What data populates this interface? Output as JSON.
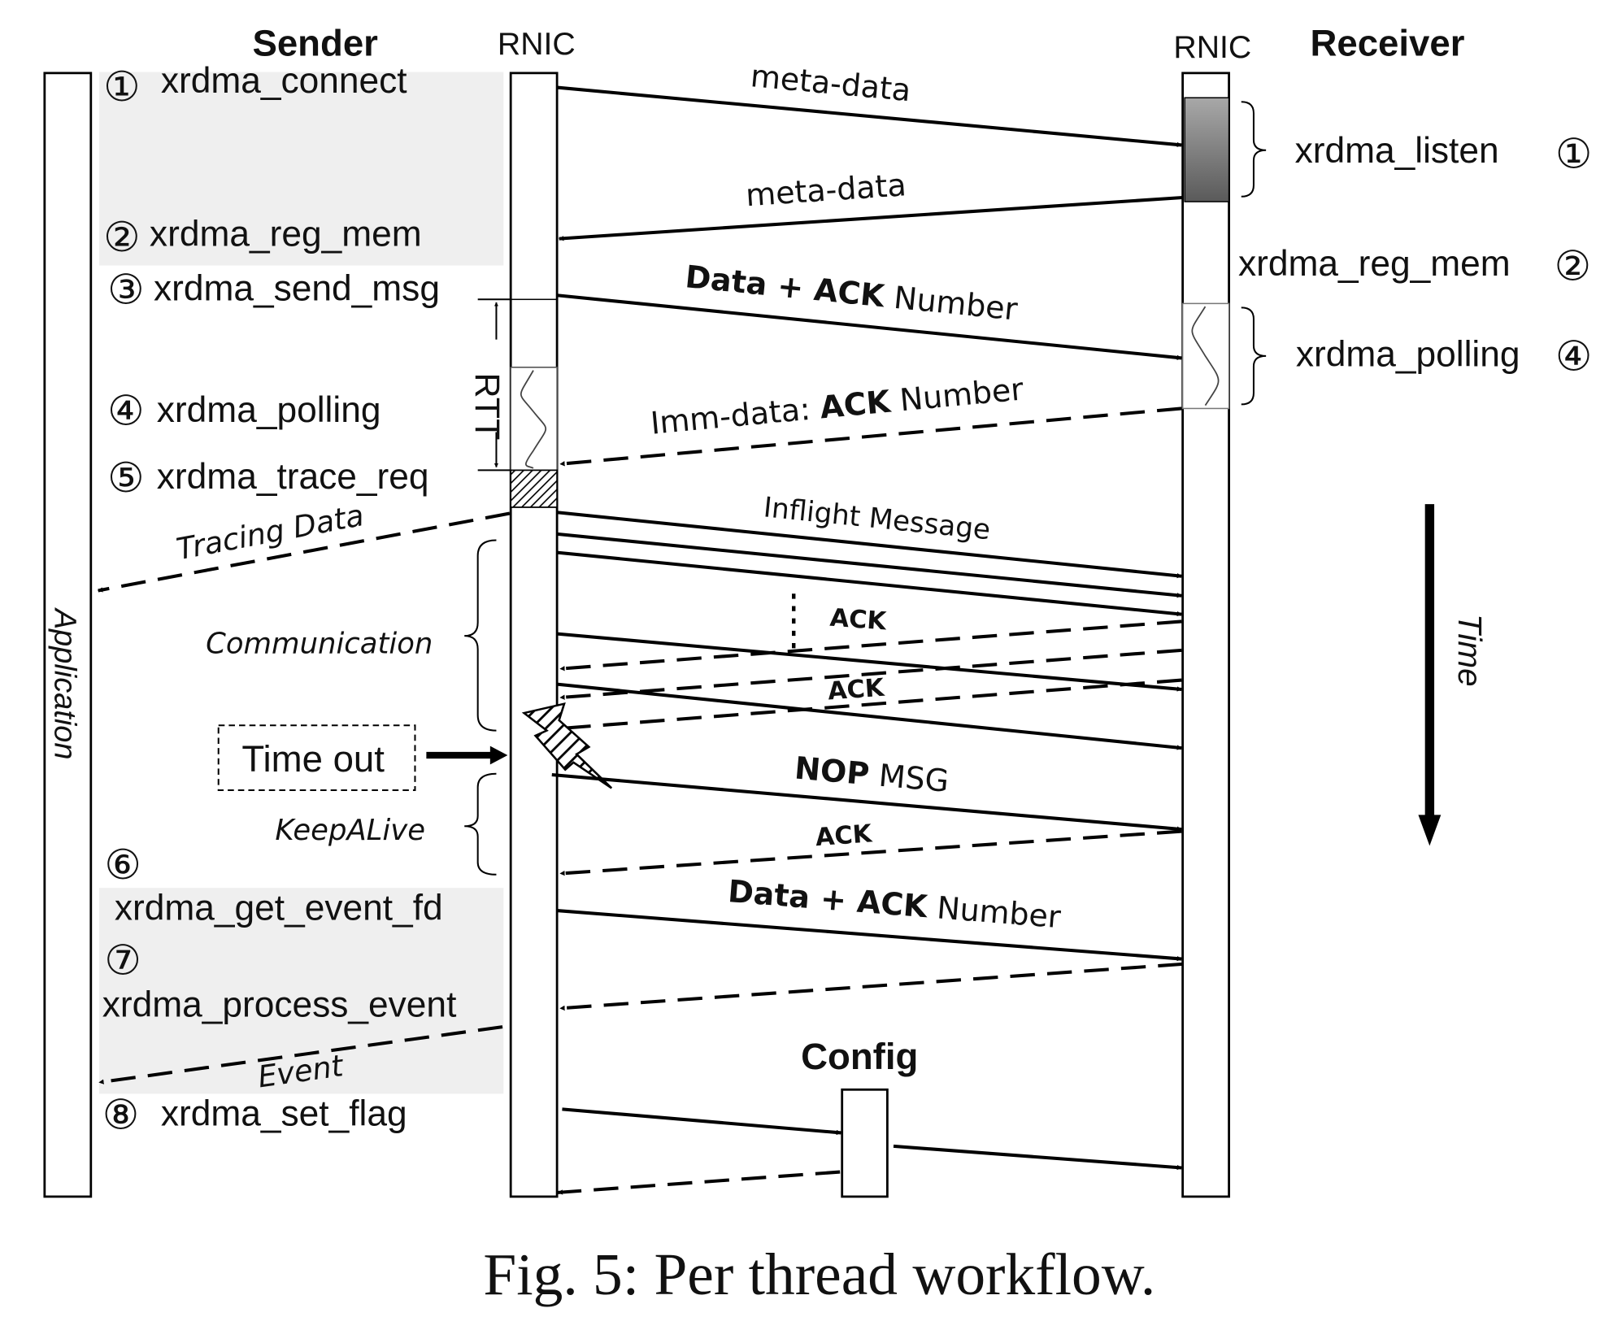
{
  "header": {
    "sender": "Sender",
    "receiver": "Receiver",
    "rnic_left": "RNIC",
    "rnic_right": "RNIC"
  },
  "application_label": "Application",
  "time_label": "Time",
  "sender_steps": [
    {
      "num": "①",
      "name": "xrdma_connect"
    },
    {
      "num": "②",
      "name": "xrdma_reg_mem"
    },
    {
      "num": "③",
      "name": "xrdma_send_msg"
    },
    {
      "num": "④",
      "name": "xrdma_polling"
    },
    {
      "num": "⑤",
      "name": "xrdma_trace_req"
    },
    {
      "num": "⑥",
      "name": "xrdma_get_event_fd"
    },
    {
      "num": "⑦",
      "name": "xrdma_process_event"
    },
    {
      "num": "⑧",
      "name": "xrdma_set_flag"
    }
  ],
  "receiver_steps": [
    {
      "num": "①",
      "name": "xrdma_listen"
    },
    {
      "num": "②",
      "name": "xrdma_reg_mem"
    },
    {
      "num": "④",
      "name": "xrdma_polling"
    }
  ],
  "messages": {
    "meta_data_1": "meta-data",
    "meta_data_2": "meta-data",
    "data_ack_1_bold": "Data + ACK",
    "data_ack_1_rest": " Number",
    "imm_pre": "Imm-data: ",
    "imm_bold": "ACK",
    "imm_rest": " Number",
    "inflight": "Inflight Message",
    "ack_1": "ACK",
    "ack_2": "ACK",
    "nop_bold": "NOP",
    "nop_rest": " MSG",
    "ack_3": "ACK",
    "data_ack_2_bold": "Data + ACK",
    "data_ack_2_rest": " Number",
    "tracing_data": "Tracing Data",
    "event": "Event",
    "rtt": "RTT",
    "config": "Config"
  },
  "side_labels": {
    "communication": "Communication",
    "keepalive": "KeepALive",
    "timeout": "Time out"
  },
  "caption": "Fig. 5: Per thread workflow."
}
